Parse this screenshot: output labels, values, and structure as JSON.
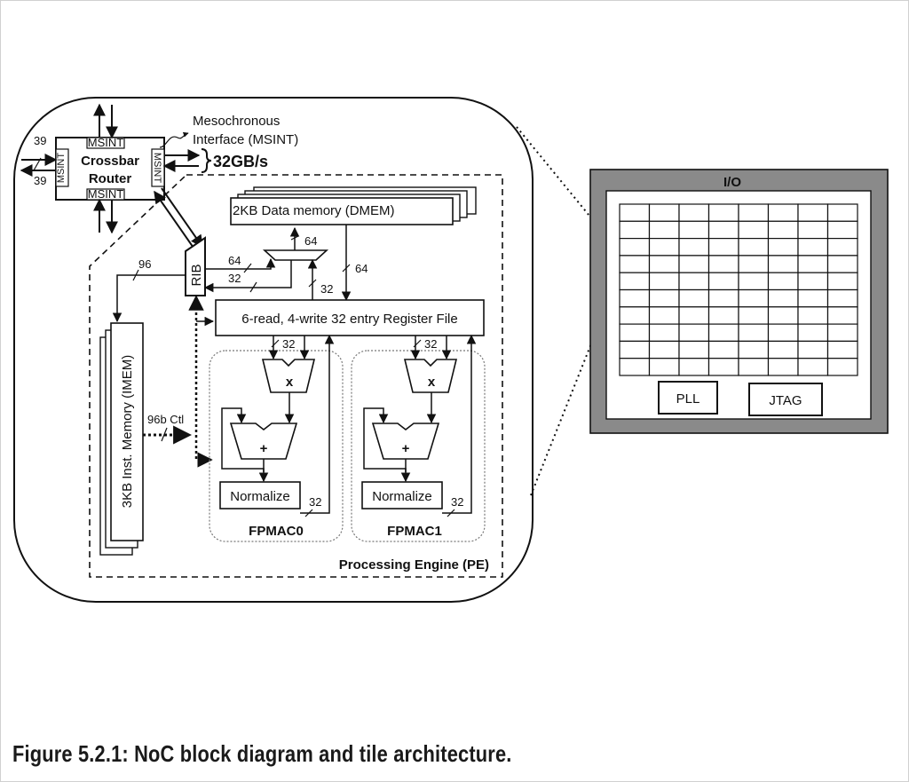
{
  "router": {
    "title_line1": "Crossbar",
    "title_line2": "Router",
    "msint": "MSINT",
    "west_width_top": "39",
    "west_width_bottom": "39",
    "msint_callout_line1": "Mesochronous",
    "msint_callout_line2": "Interface (MSINT)",
    "bandwidth": "32GB/s"
  },
  "pe": {
    "rib": "RIB",
    "rib_bus_width": "96",
    "dmem": "2KB Data memory (DMEM)",
    "dmem_out_width": "64",
    "dmem_to_rf_width": "64",
    "mux_width_64": "64",
    "mux_width_32a": "32",
    "mux_width_32b": "32",
    "register_file": "6-read, 4-write 32 entry Register File",
    "imem": "3KB Inst.  Memory (IMEM)",
    "ctl": "96b Ctl",
    "fpmac_in_width": "32",
    "fpmac_out_width": "32",
    "multiply_symbol": "x",
    "add_symbol": "+",
    "normalize": "Normalize",
    "fpmac0": "FPMAC0",
    "fpmac1": "FPMAC1",
    "title": "Processing Engine (PE)"
  },
  "chip": {
    "io": "I/O",
    "pll": "PLL",
    "jtag": "JTAG",
    "grid_rows": 10,
    "grid_cols": 8
  },
  "caption": "Figure 5.2.1: NoC block diagram and tile architecture."
}
